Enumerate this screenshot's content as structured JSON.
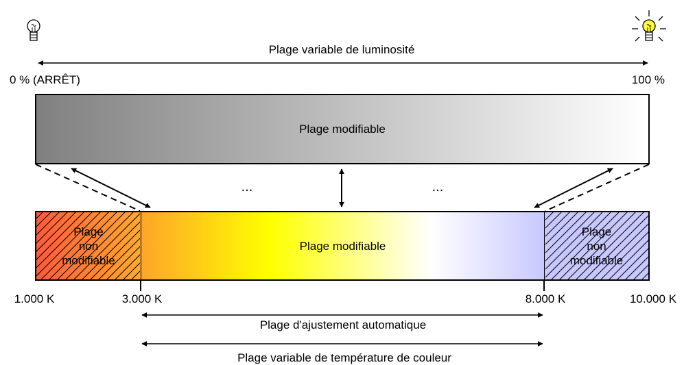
{
  "brightness": {
    "label": "Plage variable de luminosité",
    "min_label": "0 % (ARRÊT)",
    "max_label": "100 %",
    "bar_label": "Plage modifiable",
    "gradient": {
      "from": "#808080",
      "to": "#ffffff"
    },
    "icons": {
      "off": "lightbulb-off-icon",
      "on": "lightbulb-on-icon"
    },
    "bulb_on_color": "#ffff3a"
  },
  "color_temperature": {
    "left_zone_label": "Plage\nnon\nmodifiable",
    "middle_label": "Plage modifiable",
    "right_zone_label": "Plage\nnon\nmodifiable",
    "gradient_colors": [
      "#ffa528",
      "#ffff00",
      "#ffffff",
      "#c8c8ff"
    ],
    "left_zone_colors": [
      "#ff5a3c",
      "#ffaa30"
    ],
    "right_zone_color": "#c8c8ff",
    "ticks": [
      "1.000 K",
      "3.000 K",
      "8.000 K",
      "10.000 K"
    ]
  },
  "ellipsis": "...",
  "auto_adjust_label": "Plage d'ajustement automatique",
  "temperature_range_label": "Plage variable de température de couleur"
}
